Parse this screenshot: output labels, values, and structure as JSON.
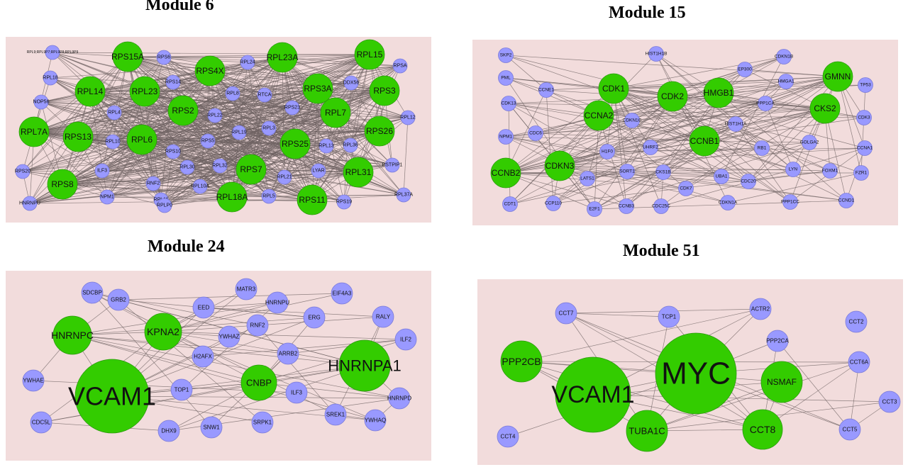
{
  "colors": {
    "hub": "#33cc00",
    "gene": "#9999ff",
    "panel_bg": "#f2dcdc",
    "edge": "#6e6161"
  },
  "modules": [
    {
      "id": "m6",
      "title": "Module 6",
      "hubs": [
        "RPS15A",
        "RPS4X",
        "RPL23A",
        "RPL15",
        "RPL14",
        "RPL23",
        "RPS3A",
        "RPS3",
        "RPS2",
        "RPL7",
        "RPL7A",
        "RPS13",
        "RPL6",
        "RPS26",
        "RPS25",
        "RPS7",
        "RPL31",
        "RPS8",
        "RPL18A",
        "RPS11"
      ],
      "genes": [
        "RPL9;RPL9P7;RPL9P8;RPL9P9",
        "RPS6",
        "RPL24",
        "RPSA",
        "RPL18",
        "RPS14",
        "DDX56",
        "NOP56",
        "RPL8",
        "RTCA",
        "RPL4",
        "RPL22",
        "RPS23",
        "RPL12",
        "RPL3",
        "RPL19",
        "RPL10",
        "RPS5",
        "RPL13",
        "RPL36",
        "RPS10",
        "RPS20",
        "ILF3",
        "RPL30",
        "RPL32",
        "LYAR",
        "PSTPIP1",
        "RNF2",
        "RPL11",
        "RPL10A",
        "RPL21",
        "NPM1",
        "RPL37A",
        "HNRNPU",
        "RPLP0",
        "RPL5",
        "RPS19"
      ]
    },
    {
      "id": "m15",
      "title": "Module 15",
      "hubs": [
        "CDK1",
        "CDK2",
        "HMGB1",
        "GMNN",
        "CCNA2",
        "CKS2",
        "CCNB1",
        "CCNB2",
        "CDKN3"
      ],
      "genes": [
        "SKP2",
        "HIST1H1B",
        "CDKN1B",
        "PML",
        "EP300",
        "HMGA1",
        "TP53",
        "CCNE1",
        "PPP1CA",
        "CDK13",
        "CDKN1C",
        "CDK3",
        "HIST1H1A",
        "NPM1",
        "CDC6",
        "UHRF2",
        "GOLGA2",
        "H1F0",
        "RB1",
        "CCNA1",
        "LATS1",
        "SORT1",
        "CKS1B",
        "LYN",
        "FOXM1",
        "FZR1",
        "UBA1",
        "CDC20",
        "CDK7",
        "CCNB3",
        "CDKN1A",
        "CDT1",
        "CCP110",
        "E2F1",
        "CDC25C",
        "PPP1CC",
        "CCND1"
      ]
    },
    {
      "id": "m24",
      "title": "Module 24",
      "hubs": [
        "HNRNPC",
        "KPNA2",
        "VCAM1",
        "CNBP",
        "HNRNPA1"
      ],
      "genes": [
        "SDCBP",
        "GRB2",
        "MATR3",
        "HNRNPU",
        "EIF4A3",
        "EED",
        "ERG",
        "RALY",
        "RNF2",
        "YWHAZ",
        "ILF2",
        "H2AFX",
        "ARRB2",
        "YWHAE",
        "TOP1",
        "ILF3",
        "HNRNPD",
        "CDC5L",
        "DHX9",
        "SNW1",
        "SRPK1",
        "SREK1",
        "YWHAQ"
      ]
    },
    {
      "id": "m51",
      "title": "Module 51",
      "hubs": [
        "PPP2CB",
        "VCAM1",
        "MYC",
        "NSMAF",
        "TUBA1C",
        "CCT8"
      ],
      "genes": [
        "CCT7",
        "TCP1",
        "ACTR2",
        "CCT2",
        "PPP2CA",
        "CCT6A",
        "CCT3",
        "CCT4",
        "CCT5"
      ]
    }
  ]
}
